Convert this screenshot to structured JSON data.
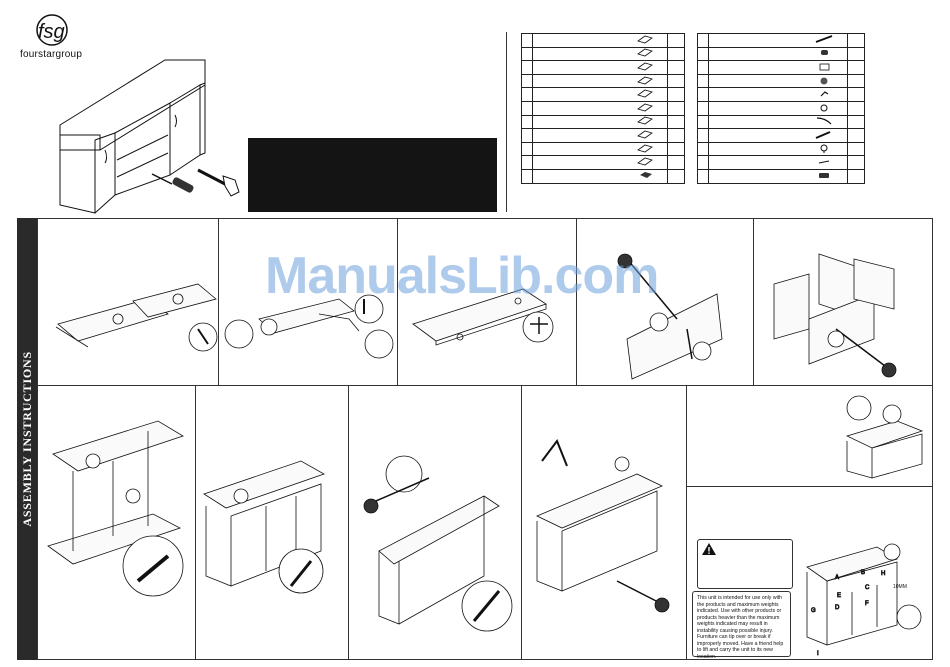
{
  "brand": {
    "logo_letters": "fsg",
    "name": "fourstargroup"
  },
  "side_title": "ASSEMBLY INSTRUCTIONS",
  "watermark": "ManualsLib.com",
  "tools": [
    "screwdriver-icon",
    "hammer-icon"
  ],
  "parts_left_rows": 11,
  "parts_right_rows": 11,
  "steps_top": 5,
  "steps_bottom": 5,
  "callout_letters": [
    "A",
    "B",
    "C",
    "D",
    "E",
    "F",
    "G",
    "H",
    "I"
  ],
  "warning": {
    "icon": "warning-triangle-icon",
    "body": ""
  },
  "notice_text": "This unit is intended for use only with the products and maximum weights indicated. Use with other products or products heavier than the maximum weights indicated may result in instability causing possible injury. Furniture can tip over or break if improperly moved. Have a friend help to lift and carry the unit to its new location.",
  "fastener_label": "10MM"
}
